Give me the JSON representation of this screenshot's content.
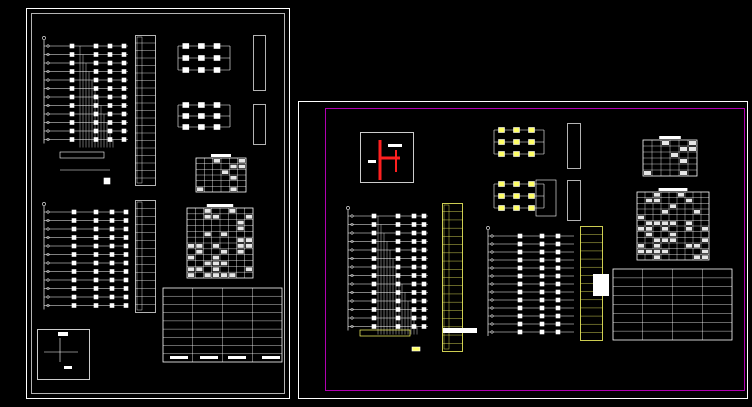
{
  "viewport": {
    "background": "#000000"
  },
  "colors": {
    "line": "#ffffff",
    "layout_frame": "#b000b0",
    "highlight": "#ffff66",
    "red_block": "#ff2020"
  },
  "sheet_left": {
    "blocks": [
      "schematic-rungs-top",
      "schematic-rungs-bottom",
      "terminal-strip",
      "relay-diagram",
      "symbol-table",
      "terminal-table",
      "title-block",
      "detail-box"
    ]
  },
  "sheet_right": {
    "blocks": [
      "red-connection-detail",
      "relay-diagram",
      "schematic-rungs",
      "terminal-strip-yellow",
      "symbol-table",
      "terminal-table",
      "grid-table"
    ]
  }
}
